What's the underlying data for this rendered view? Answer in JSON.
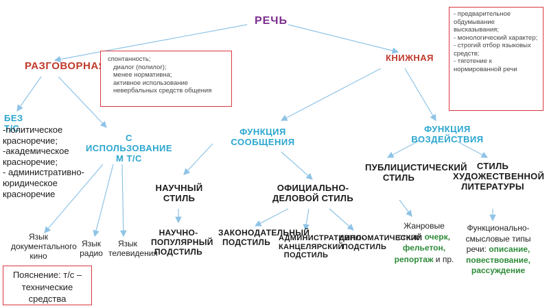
{
  "root": "РЕЧЬ",
  "colloquial": {
    "title": "РАЗГОВОРНАЯ",
    "features": [
      "спонтанность;",
      "диалог (полилог);",
      "менее нормативна;",
      "активное использование невербальных средств общения"
    ],
    "without_tc": "БЕЗ Т/С",
    "without_items": [
      "-политическое красноречие;",
      "-академическое красноречие;",
      "- административно-юридическое красноречие"
    ],
    "with_tc": "С ИСПОЛЬЗОВАНИЕ М Т/С",
    "with_items": [
      "Язык документального кино",
      "Язык радио",
      "Язык телевидения"
    ],
    "note": "Пояснение: т/с – технические средства"
  },
  "bookish": {
    "title": "КНИЖНАЯ",
    "features": [
      "- предварительное обдумывание высказывания;",
      "- монологический характер;",
      "- строгий отбор языковых средств;",
      "- тяготение к нормированной речи"
    ],
    "function_message": "ФУНКЦИЯ СООБЩЕНИЯ",
    "function_influence": "ФУНКЦИЯ ВОЗДЕЙСТВИЯ",
    "scientific": "НАУЧНЫЙ СТИЛЬ",
    "pop_science": "НАУЧНО-ПОПУЛЯРНЫЙ ПОДСТИЛЬ",
    "official": "ОФИЦИАЛЬНО-ДЕЛОВОЙ СТИЛЬ",
    "legislative": "ЗАКОНОДАТЕЛЬНЫЙ ПОДСТИЛЬ",
    "admin": "АДМИНИСТРАТИВНО-КАНЦЕЛЯРСКИЙ ПОДСТИЛЬ",
    "diplomatic": "ДИПЛОМАТИЧЕСКИЙ ПОДСТИЛЬ",
    "journalistic": "ПУБЛИЦИСТИЧЕСКИЙ СТИЛЬ",
    "genres_prefix": "Жанровые стили:",
    "genres": "очерк, фельетон, репортаж",
    "genres_suffix": "и пр.",
    "fiction": "СТИЛЬ ХУДОЖЕСТВЕННОЙ ЛИТЕРАТУРЫ",
    "types_prefix": "Функционально-смысловые типы речи:",
    "types": "описание, повествование, рассуждение"
  },
  "colors": {
    "title": "#7b2d8e",
    "branch": "#c0392b",
    "cyan": "#2aa6cf",
    "arrow": "#8ec3e6",
    "box": "#d9363e",
    "green": "#2e8b3a"
  }
}
